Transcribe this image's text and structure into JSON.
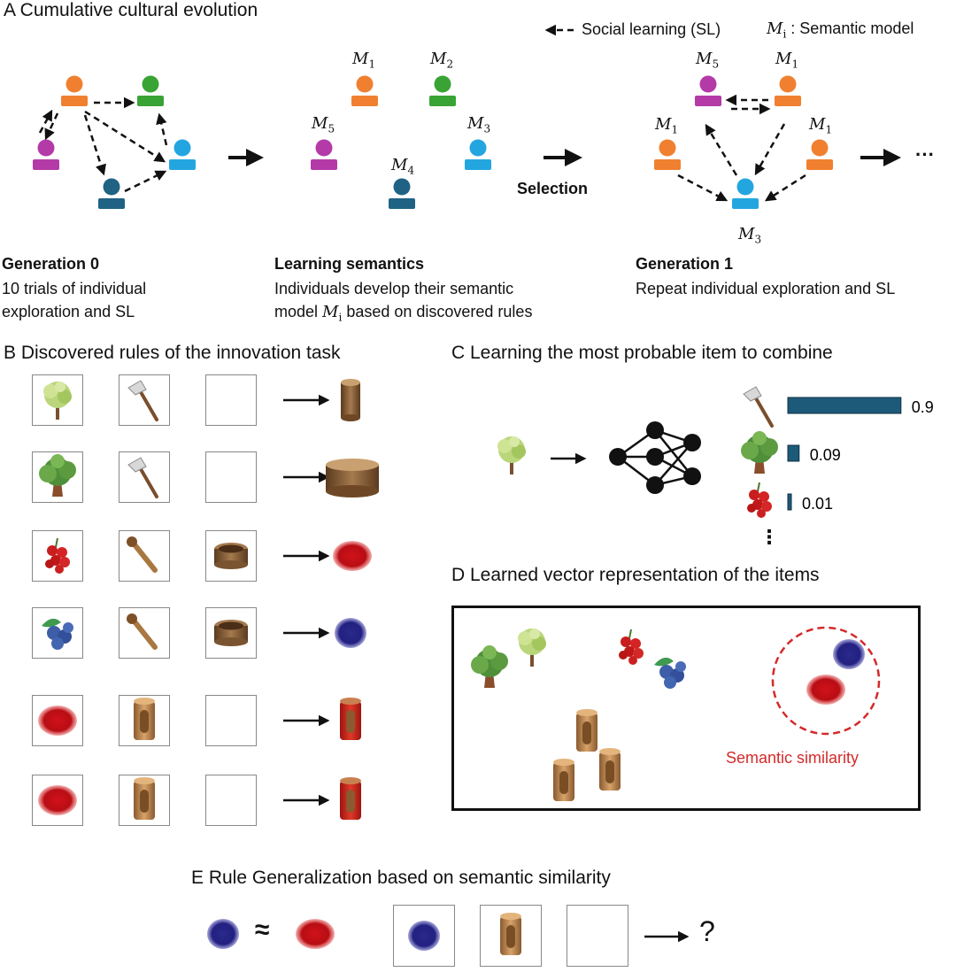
{
  "panel_a": {
    "title": "A  Cumulative cultural evolution",
    "legend_sl": "Social learning (SL)",
    "legend_model_symbol": "M",
    "legend_model_sub": "i",
    "legend_model_text": ": Semantic model",
    "selection": "Selection",
    "ellipsis": "···",
    "gen0": {
      "title": "Generation 0",
      "line1": "10 trials of individual",
      "line2": "exploration and SL"
    },
    "learning": {
      "title": "Learning semantics",
      "line1": "Individuals develop their semantic",
      "line2_pre": "model ",
      "line2_sym": "M",
      "line2_sub": "i",
      "line2_post": " based on discovered rules"
    },
    "gen1": {
      "title": "Generation 1",
      "line1": "Repeat individual exploration and SL"
    },
    "model_labels_mid": [
      {
        "sym": "M",
        "sub": "1"
      },
      {
        "sym": "M",
        "sub": "2"
      },
      {
        "sym": "M",
        "sub": "5"
      },
      {
        "sym": "M",
        "sub": "3"
      },
      {
        "sym": "M",
        "sub": "4"
      }
    ],
    "model_labels_right": [
      {
        "sym": "M",
        "sub": "5"
      },
      {
        "sym": "M",
        "sub": "1"
      },
      {
        "sym": "M",
        "sub": "1"
      },
      {
        "sym": "M",
        "sub": "1"
      },
      {
        "sym": "M",
        "sub": "3"
      }
    ],
    "colors": {
      "orange": "#f08030",
      "green": "#3aa335",
      "purple": "#b43aa8",
      "cyan": "#23a6e0",
      "navy": "#1f6284"
    }
  },
  "panel_b": {
    "title": "B  Discovered rules of the innovation task"
  },
  "panel_c": {
    "title": "C  Learning the most probable item to combine",
    "bar_values": [
      "0.9",
      "0.09",
      "0.01"
    ],
    "bar_fractions": [
      0.9,
      0.09,
      0.01
    ],
    "bar_color": "#1d5a7a",
    "more": "⋮"
  },
  "panel_d": {
    "title": "D  Learned vector representation of the items",
    "similarity_label": "Semantic similarity",
    "similarity_color": "#d42a2a"
  },
  "panel_e": {
    "title": "E  Rule Generalization based on semantic similarity",
    "approx": "≈",
    "question": "?"
  }
}
